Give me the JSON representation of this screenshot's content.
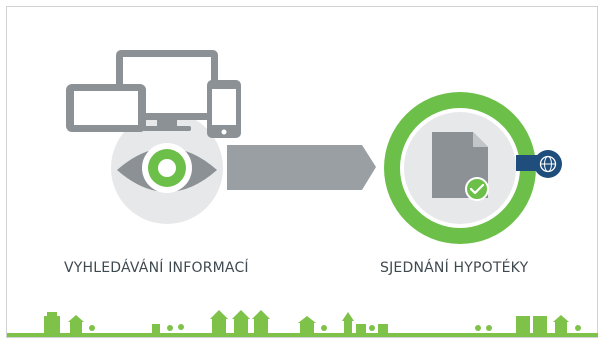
{
  "steps": [
    {
      "id": "search",
      "label": "VYHLEDÁVÁNÍ INFORMACÍ",
      "icon": "eye-icon"
    },
    {
      "id": "mortgage",
      "label": "SJEDNÁNÍ HYPOTÉKY",
      "icon": "document-check-icon"
    }
  ],
  "decor": {
    "devices": [
      "monitor-icon",
      "tablet-icon",
      "smartphone-icon"
    ],
    "network_badge": "network-globe-icon",
    "ground": "town-skyline"
  },
  "colors": {
    "accent_green": "#6cc04a",
    "ground_green": "#7fc24a",
    "grey_circle": "#e7e8e9",
    "device_grey": "#8c9196",
    "arrow_grey": "#9a9fa3",
    "badge_blue": "#1f4e7d",
    "text": "#3f4a50"
  }
}
